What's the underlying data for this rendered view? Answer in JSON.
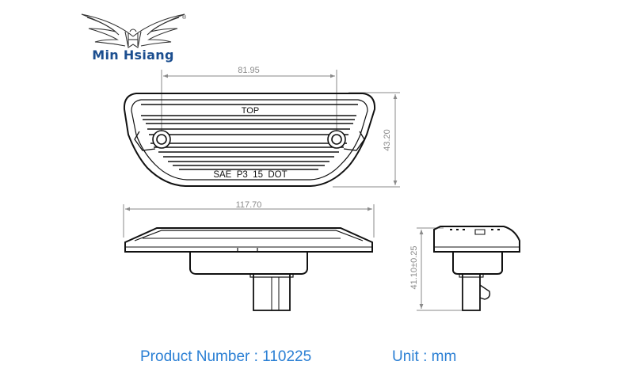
{
  "brand": {
    "name": "Min Hsiang",
    "trademark": "®",
    "color": "#1b4e8f"
  },
  "dimensions": {
    "hole_spacing": "81.95",
    "height": "43.20",
    "overall_width": "117.70",
    "depth": "41.10±0.25"
  },
  "markings": {
    "top_label": "TOP",
    "spec_label": "SAE  P3  15  DOT"
  },
  "footer": {
    "product_number": "Product Number : 110225",
    "unit": "Unit : mm",
    "color": "#2a7fd4"
  },
  "colors": {
    "line": "#111111",
    "dimension": "#8a8a8a"
  }
}
